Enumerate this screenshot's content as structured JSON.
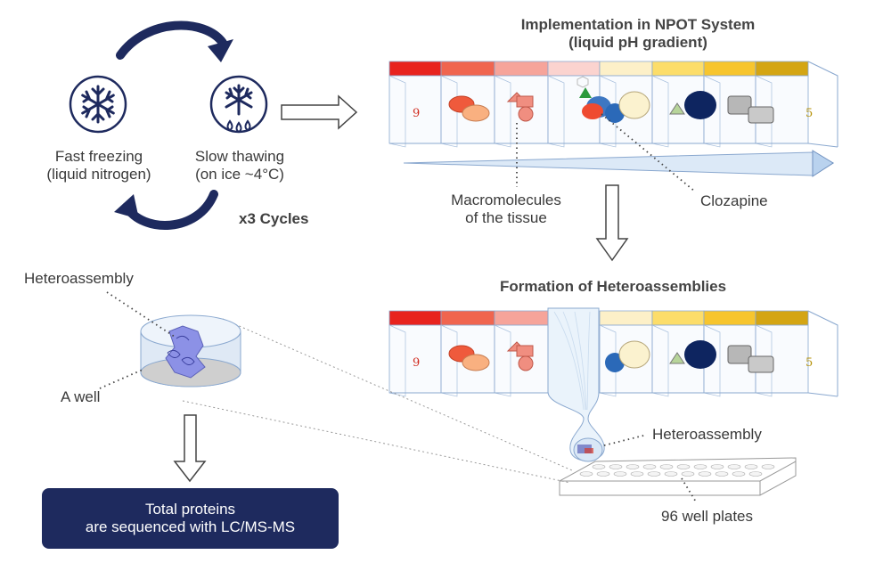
{
  "cycle": {
    "fast_freezing_line1": "Fast freezing",
    "fast_freezing_line2": "(liquid nitrogen)",
    "slow_thawing_line1": "Slow thawing",
    "slow_thawing_line2": "(on ice ~4°C)",
    "cycles_label": "x3 Cycles"
  },
  "npot": {
    "title_line1": "Implementation in NPOT System",
    "title_line2": "(liquid pH gradient)",
    "ph_high": "9",
    "ph_low": "5",
    "macromolecules_line1": "Macromolecules",
    "macromolecules_line2": "of the tissue",
    "clozapine": "Clozapine"
  },
  "formation": {
    "title": "Formation of Heteroassemblies",
    "ph_high": "9",
    "ph_low": "5",
    "heteroassembly": "Heteroassembly",
    "plates": "96 well plates"
  },
  "well": {
    "heteroassembly": "Heteroassembly",
    "a_well": "A well"
  },
  "result": {
    "line1": "Total proteins",
    "line2": "are sequenced with LC/MS-MS"
  },
  "colors": {
    "navy": "#1e2a5e",
    "strip": [
      "#e8231e",
      "#f0654f",
      "#f6a49a",
      "#fbd3cf",
      "#fdf0c8",
      "#fcdd6a",
      "#f7c52e",
      "#d4a513"
    ]
  }
}
